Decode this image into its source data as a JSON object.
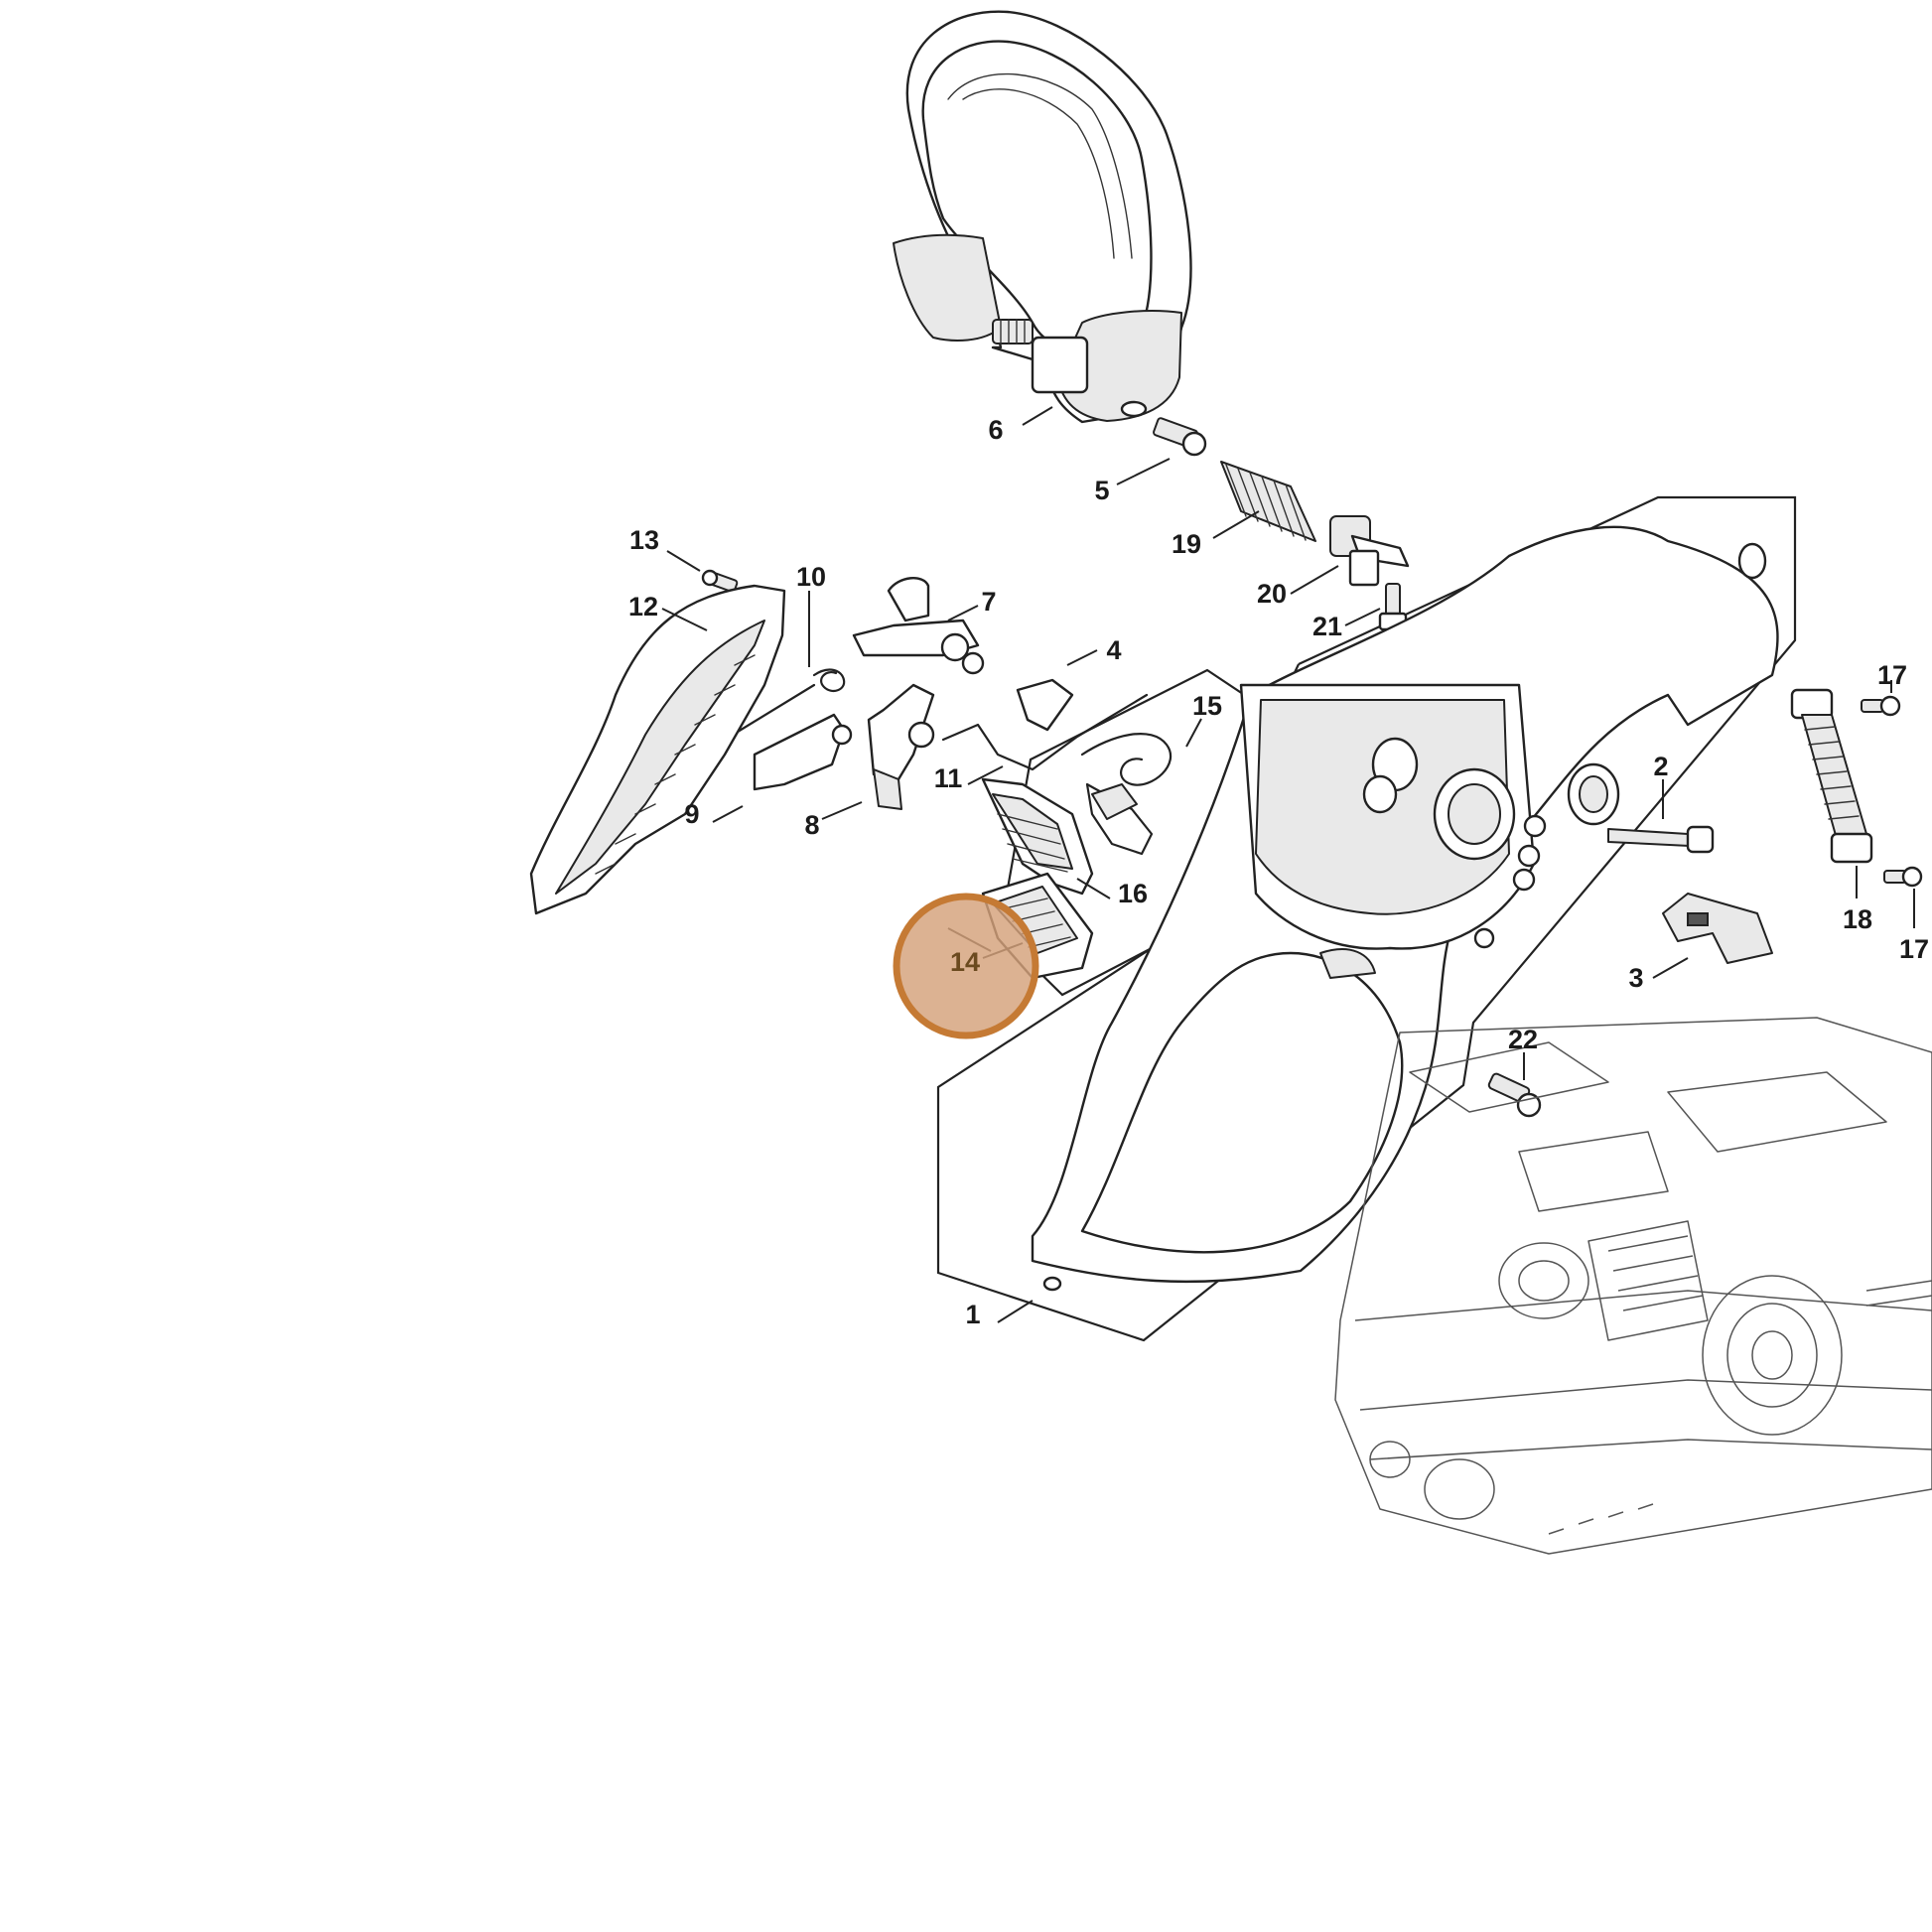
{
  "diagram": {
    "highlight_color": "#d4a17a",
    "highlight_stroke": "#c57a34",
    "highlighted_callout": "14",
    "callouts": [
      {
        "id": "c1",
        "label": "1"
      },
      {
        "id": "c2",
        "label": "2"
      },
      {
        "id": "c3",
        "label": "3"
      },
      {
        "id": "c4",
        "label": "4"
      },
      {
        "id": "c5",
        "label": "5"
      },
      {
        "id": "c6",
        "label": "6"
      },
      {
        "id": "c7",
        "label": "7"
      },
      {
        "id": "c8",
        "label": "8"
      },
      {
        "id": "c9",
        "label": "9"
      },
      {
        "id": "c10",
        "label": "10"
      },
      {
        "id": "c11",
        "label": "11"
      },
      {
        "id": "c12",
        "label": "12"
      },
      {
        "id": "c13",
        "label": "13"
      },
      {
        "id": "c14",
        "label": "14"
      },
      {
        "id": "c15",
        "label": "15"
      },
      {
        "id": "c16",
        "label": "16"
      },
      {
        "id": "c17a",
        "label": "17"
      },
      {
        "id": "c17b",
        "label": "17"
      },
      {
        "id": "c18",
        "label": "18"
      },
      {
        "id": "c19",
        "label": "19"
      },
      {
        "id": "c20",
        "label": "20"
      },
      {
        "id": "c21",
        "label": "21"
      },
      {
        "id": "c22",
        "label": "22"
      }
    ]
  }
}
